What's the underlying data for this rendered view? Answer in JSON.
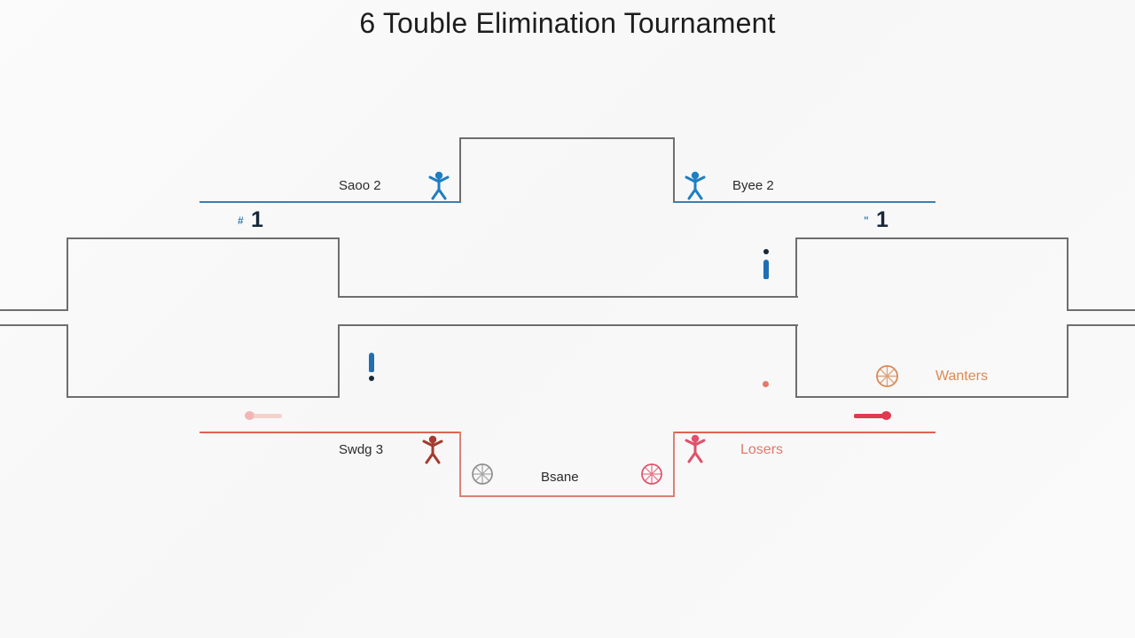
{
  "page": {
    "title": "6 Touble Elimination Tournament",
    "background": "#f8f8f8"
  },
  "colors": {
    "bracket_line": "#6e6e6e",
    "winners_blue": "#3a7fb5",
    "losers_red": "#d98176",
    "losers_red_solid": "#e06352",
    "score_text": "#17283a",
    "winners_label": "#d98a54",
    "losers_label": "#e2776c",
    "title_text": "#1d1d1d"
  },
  "bracket": {
    "upper_left": {
      "label": "Saoo 2",
      "icon": "person-blue-icon",
      "score": "1",
      "score_mark": "#"
    },
    "upper_right": {
      "label": "Byee 2",
      "icon": "person-blue-icon",
      "score": "1",
      "score_mark": "\""
    },
    "lower_left": {
      "label": "Swdg 3",
      "icon": "person-red-icon"
    },
    "lower_right": {
      "label": "Losers",
      "icon": "person-red-icon"
    },
    "winners_bracket": {
      "label": "Wanters",
      "icon": "wheel-orange-icon"
    },
    "final_box": {
      "label": "Bsane",
      "left_icon": "wheel-gray-icon",
      "right_icon": "wheel-red-icon"
    },
    "markers": {
      "center_right_exclaim": "exclamation-blue-icon",
      "center_left_exclaim": "exclamation-blue-icon",
      "left_pin": "pin-pink-icon",
      "right_pin": "pin-red-icon",
      "small_red_dot": "dot-red-icon"
    }
  }
}
